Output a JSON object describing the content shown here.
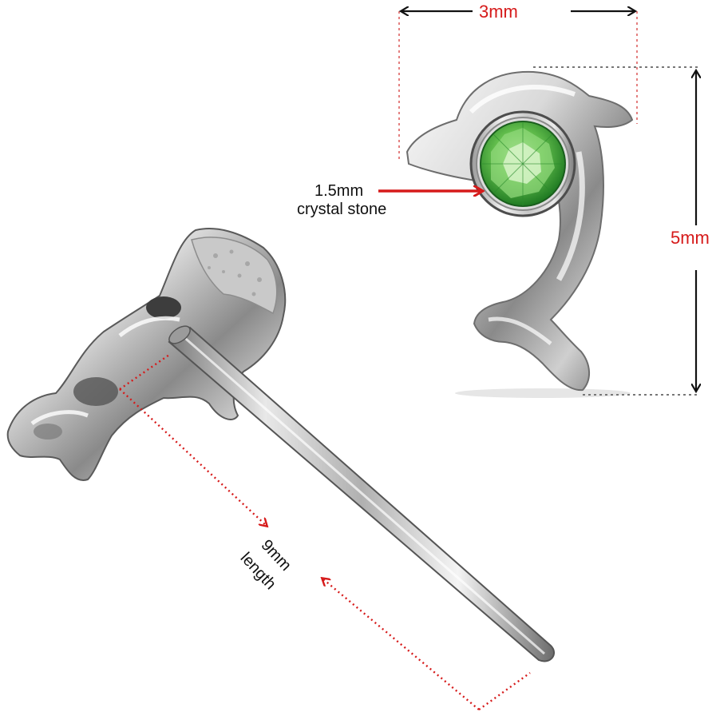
{
  "colors": {
    "accent_red": "#d61a1a",
    "dotted_red": "#e48080",
    "dotted_gray": "#777777",
    "arrow_black": "#111111",
    "label_black": "#111111",
    "silver_light": "#f4f4f4",
    "silver_mid": "#b8b8b8",
    "silver_dark": "#4a4a4a",
    "gem_green": "#4caf3c"
  },
  "dimensions": {
    "width_label": "3mm",
    "height_label": "5mm",
    "stone_size": "1.5mm",
    "stone_desc": "crystal stone",
    "pin_length": "9mm",
    "pin_length_word": "length"
  }
}
